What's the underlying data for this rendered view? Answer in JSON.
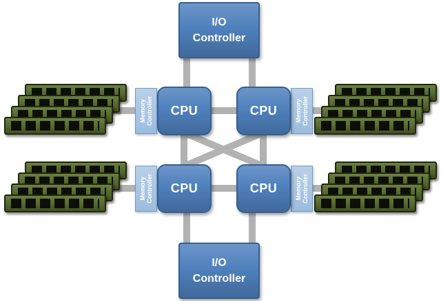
{
  "diagram": {
    "type": "numa-architecture-diagram",
    "io_controllers": [
      {
        "id": "io-top",
        "label": "I/O Controller"
      },
      {
        "id": "io-bottom",
        "label": "I/O Controller"
      }
    ],
    "cpus": [
      {
        "id": "cpu-top-left",
        "label": "CPU"
      },
      {
        "id": "cpu-top-right",
        "label": "CPU"
      },
      {
        "id": "cpu-bottom-left",
        "label": "CPU"
      },
      {
        "id": "cpu-bottom-right",
        "label": "CPU"
      }
    ],
    "memory_controllers": [
      {
        "id": "mem-top-left",
        "label": "Memory Controller"
      },
      {
        "id": "mem-top-right",
        "label": "Memory Controller"
      },
      {
        "id": "mem-bottom-left",
        "label": "Memory Controller"
      },
      {
        "id": "mem-bottom-right",
        "label": "Memory Controller"
      }
    ],
    "memory_stacks": [
      {
        "id": "dimm-stack-top-left",
        "modules": 4
      },
      {
        "id": "dimm-stack-bottom-left",
        "modules": 4
      },
      {
        "id": "dimm-stack-top-right",
        "modules": 4
      },
      {
        "id": "dimm-stack-bottom-right",
        "modules": 4
      }
    ],
    "edges": [
      "io-top - cpu-top-left",
      "io-top - cpu-top-right",
      "io-bottom - cpu-bottom-left",
      "io-bottom - cpu-bottom-right",
      "cpu-top-left - cpu-top-right",
      "cpu-bottom-left - cpu-bottom-right",
      "cpu-top-left - cpu-bottom-left",
      "cpu-top-right - cpu-bottom-right",
      "cpu-top-left - cpu-bottom-right",
      "cpu-top-right - cpu-bottom-left",
      "mem-top-left - dimm-stack-top-left",
      "mem-bottom-left - dimm-stack-bottom-left",
      "mem-top-right - dimm-stack-top-right",
      "mem-bottom-right - dimm-stack-bottom-right"
    ],
    "colors": {
      "node_fill": "#4f81bd",
      "node_border": "#36608f",
      "memory_controller_fill": "#a9c4e2",
      "connector_gray": "#b2b2b2",
      "dimm_green": "#55682e",
      "text": "#ffffff"
    }
  }
}
